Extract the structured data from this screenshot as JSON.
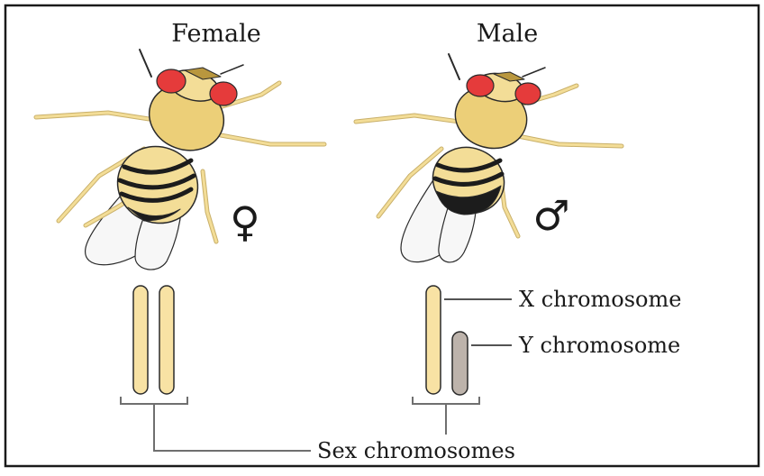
{
  "figure": {
    "female_title": "Female",
    "male_title": "Male",
    "female_symbol": "♀",
    "male_symbol": "♂",
    "labels": {
      "x_chromosome": "X chromosome",
      "y_chromosome": "Y chromosome",
      "sex_chromosomes": "Sex chromosomes"
    }
  },
  "colors": {
    "border": "#1a1a1a",
    "body": "#f3dd97",
    "thorax": "#eccf78",
    "eye": "#e53b3b",
    "stripe": "#1c1c1c",
    "wing": "#f7f7f7",
    "x_chromosome": "#f8e2a4",
    "y_chromosome": "#bdb3ab",
    "bracket": "#6f6f6f"
  }
}
